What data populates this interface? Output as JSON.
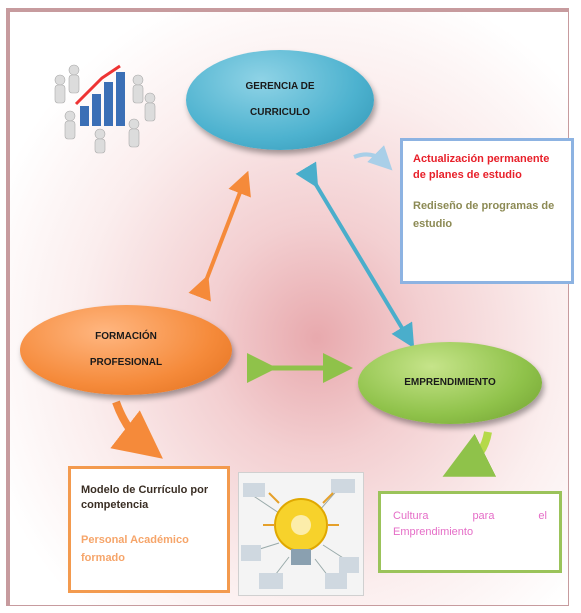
{
  "nodes": {
    "gerencia": [
      "GERENCIA DE",
      "CURRICULO"
    ],
    "formacion": [
      "FORMACIÓN",
      "PROFESIONAL"
    ],
    "emprendimiento": "EMPRENDIMIENTO"
  },
  "box_blue": {
    "red_text": "Actualización permanente de planes de estudio",
    "olive_text": "Rediseño de programas de estudio"
  },
  "box_orange": {
    "dark_text": "Modelo de Currículo por competencia",
    "peach_text": "Personal Académico formado"
  },
  "box_green": {
    "pink_text": "Cultura para el Emprendimiento"
  },
  "colors": {
    "blue": "#4db2cf",
    "orange": "#f58a3a",
    "green": "#8fc24a",
    "frame": "#c79b9e"
  },
  "icons": [
    "business-people-chart-icon",
    "idea-lightbulb-illustration"
  ]
}
